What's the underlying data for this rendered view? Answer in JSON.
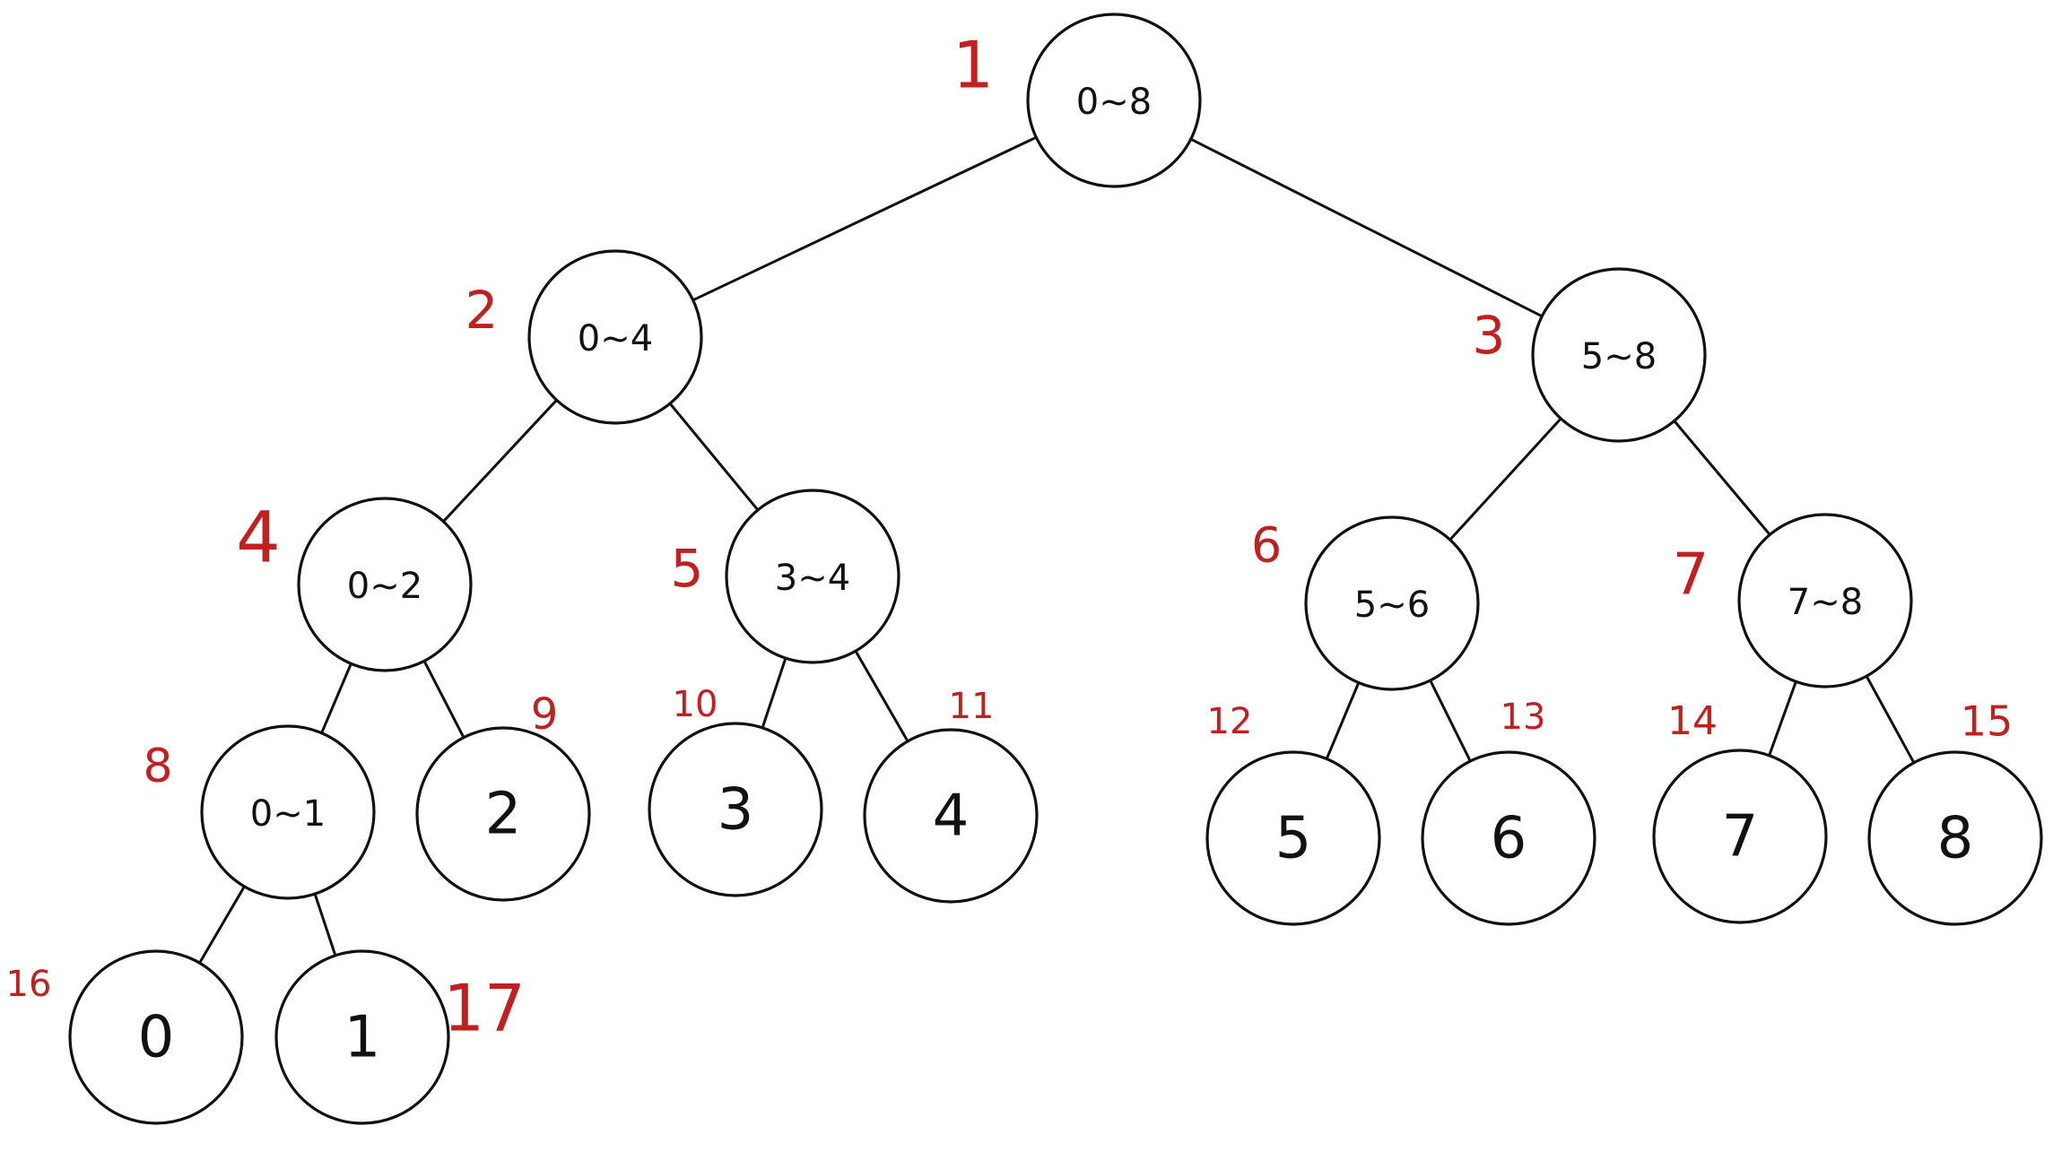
{
  "segment_tree": {
    "nodes": [
      {
        "id": 1,
        "range": "0~8",
        "parent": null,
        "leaf": false
      },
      {
        "id": 2,
        "range": "0~4",
        "parent": 1,
        "leaf": false
      },
      {
        "id": 3,
        "range": "5~8",
        "parent": 1,
        "leaf": false
      },
      {
        "id": 4,
        "range": "0~2",
        "parent": 2,
        "leaf": false
      },
      {
        "id": 5,
        "range": "3~4",
        "parent": 2,
        "leaf": false
      },
      {
        "id": 6,
        "range": "5~6",
        "parent": 3,
        "leaf": false
      },
      {
        "id": 7,
        "range": "7~8",
        "parent": 3,
        "leaf": false
      },
      {
        "id": 8,
        "range": "0~1",
        "parent": 4,
        "leaf": false
      },
      {
        "id": 9,
        "range": "2",
        "parent": 4,
        "leaf": true
      },
      {
        "id": 10,
        "range": "3",
        "parent": 5,
        "leaf": true
      },
      {
        "id": 11,
        "range": "4",
        "parent": 5,
        "leaf": true
      },
      {
        "id": 12,
        "range": "5",
        "parent": 6,
        "leaf": true
      },
      {
        "id": 13,
        "range": "6",
        "parent": 6,
        "leaf": true
      },
      {
        "id": 14,
        "range": "7",
        "parent": 7,
        "leaf": true
      },
      {
        "id": 15,
        "range": "8",
        "parent": 7,
        "leaf": true
      },
      {
        "id": 16,
        "range": "0",
        "parent": 8,
        "leaf": true
      },
      {
        "id": 17,
        "range": "1",
        "parent": 8,
        "leaf": true
      }
    ],
    "index_labels": [
      "1",
      "2",
      "3",
      "4",
      "5",
      "6",
      "7",
      "8",
      "9",
      "10",
      "11",
      "12",
      "13",
      "14",
      "15",
      "16",
      "17"
    ],
    "colors": {
      "index_label": "#c22020",
      "node_stroke": "#111111",
      "edge": "#111111",
      "background": "#ffffff"
    }
  }
}
